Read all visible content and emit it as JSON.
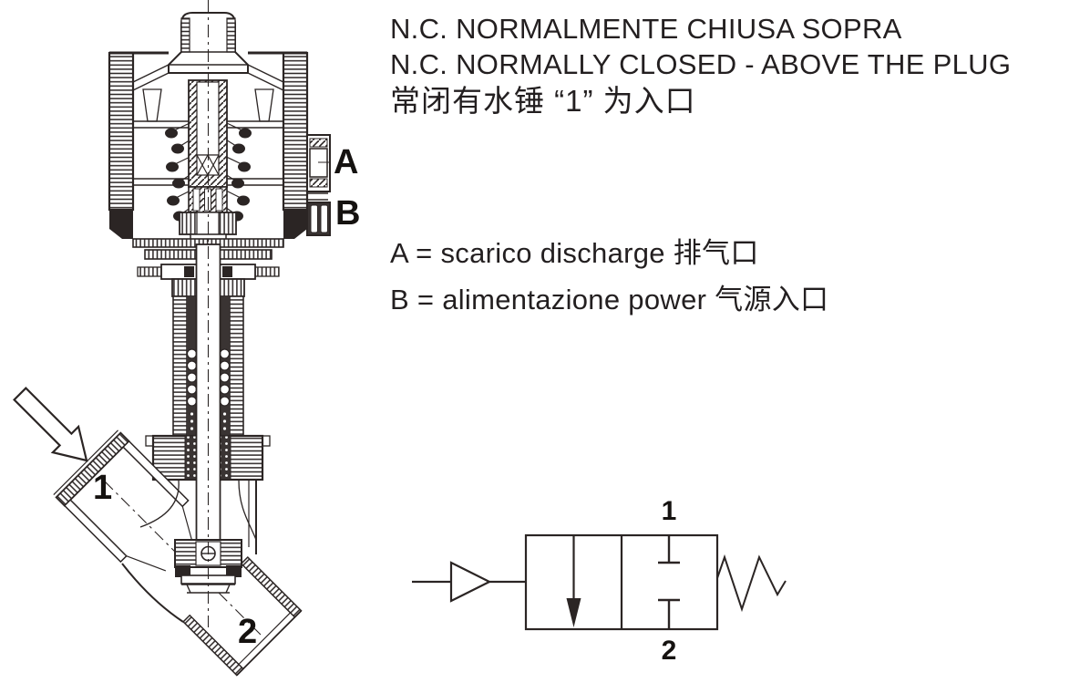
{
  "colors": {
    "ink": "#2b2524",
    "label_ink": "#151210",
    "background": "#ffffff"
  },
  "notes": {
    "lines": [
      "N.C. NORMALMENTE CHIUSA SOPRA",
      "N.C. NORMALLY CLOSED - ABOVE THE PLUG",
      "常闭有水锤 “1” 为入口"
    ]
  },
  "legend": {
    "lines": [
      "A = scarico discharge 排气口",
      "B = alimentazione power 气源入口"
    ]
  },
  "valve": {
    "port_a_label": "A",
    "port_b_label": "B",
    "port_1_label": "1",
    "port_2_label": "2"
  },
  "symbol": {
    "port_1_label": "1",
    "port_2_label": "2"
  }
}
